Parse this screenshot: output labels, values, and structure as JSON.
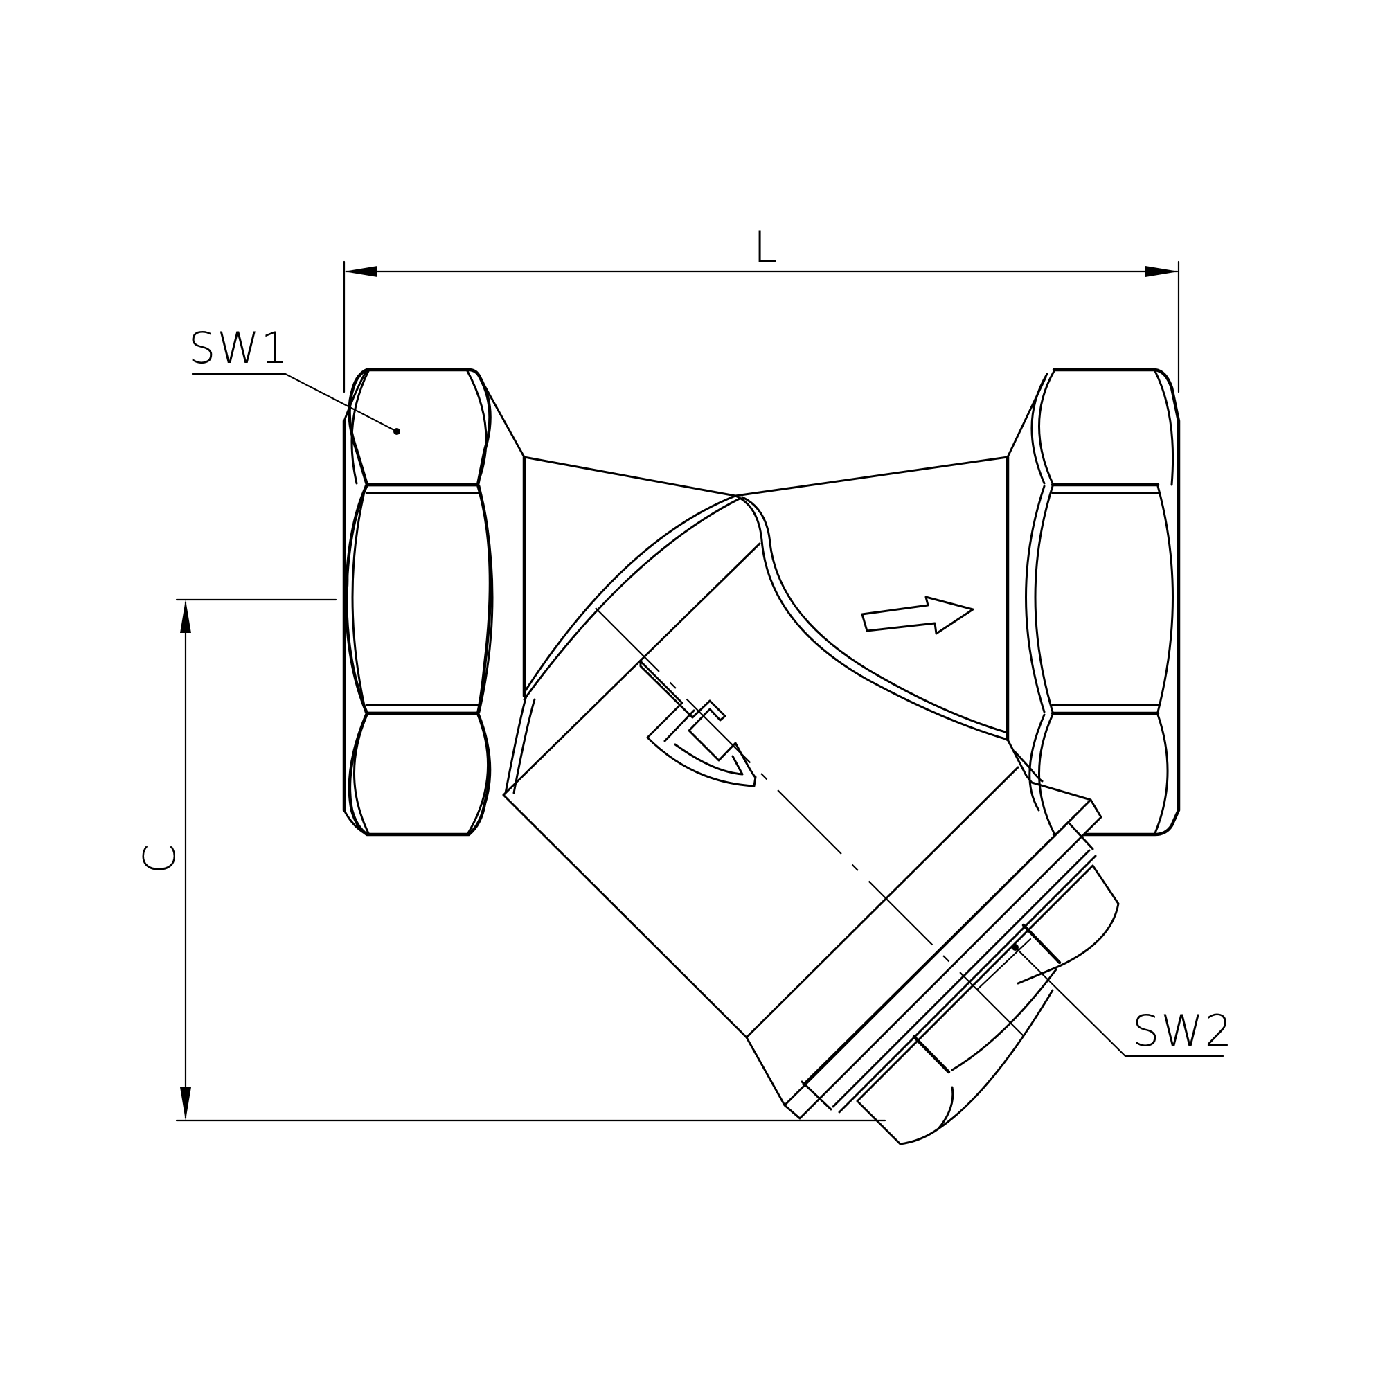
{
  "drawing": {
    "subject": "Y-strainer technical line drawing",
    "stroke_color": "#000000",
    "background_color": "#ffffff"
  },
  "dimensions": {
    "length_label": "L",
    "height_label": "C"
  },
  "callouts": {
    "inlet_hex_label": "SW1",
    "cap_hex_label": "SW2"
  },
  "symbols": {
    "flow_direction": "arrow-right",
    "logo": "shield-emblem"
  }
}
